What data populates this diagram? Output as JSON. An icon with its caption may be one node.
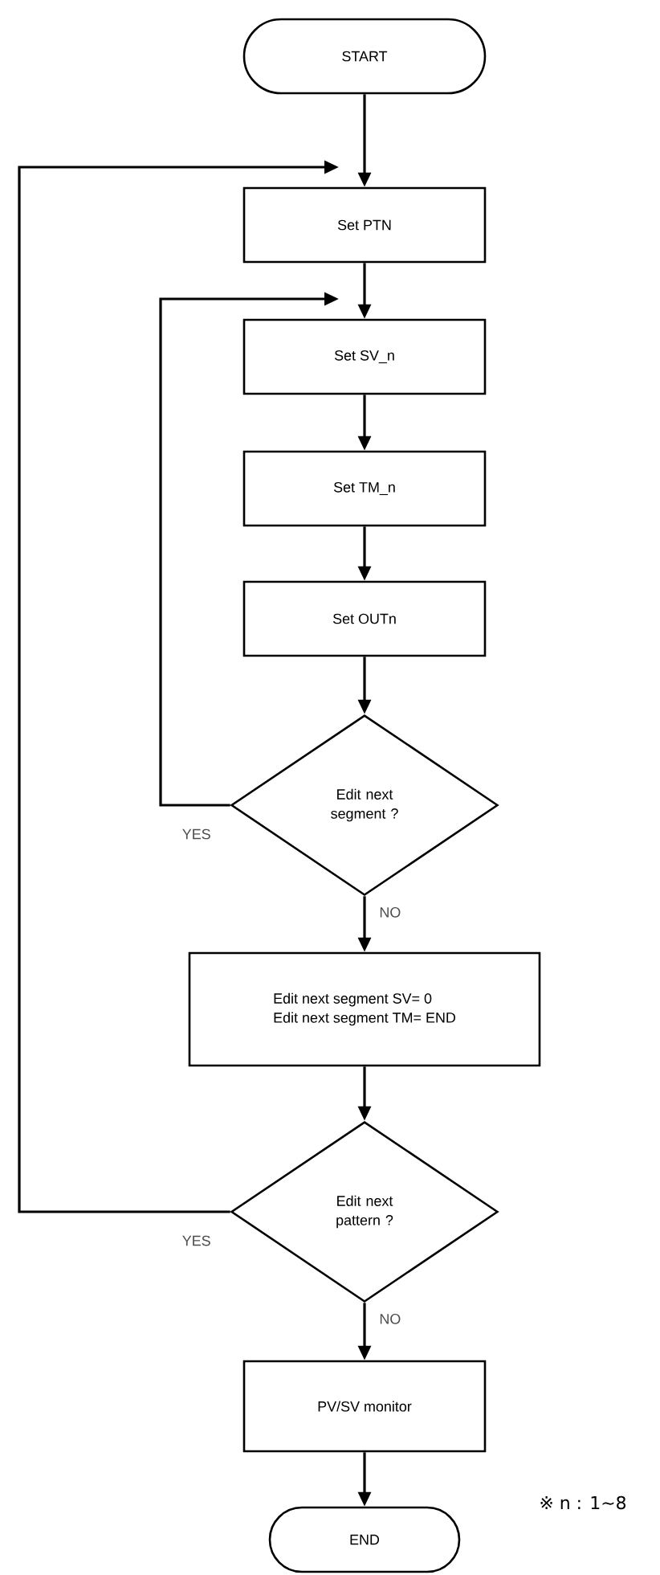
{
  "diagram": {
    "nodes": [
      {
        "text": [
          "START"
        ]
      },
      {
        "text": [
          "Set PTN"
        ]
      },
      {
        "text": [
          "Set SV_n"
        ]
      },
      {
        "text": [
          "Set TM_n"
        ]
      },
      {
        "text": [
          "Set OUTn"
        ]
      },
      {
        "text": [
          "Edit next segment ?"
        ]
      },
      {
        "text": [
          "Edit next segment SV= 0",
          "Edit next segment TM= END"
        ]
      },
      {
        "text": [
          "Edit next pattern ?"
        ]
      },
      {
        "text": [
          "PV/SV monitor"
        ]
      },
      {
        "text": [
          "END"
        ]
      }
    ],
    "edges": [
      {
        "from": 0,
        "to": 1,
        "arrow": "to"
      },
      {
        "from": 1,
        "to": 2,
        "arrow": "to"
      },
      {
        "from": 2,
        "to": 3,
        "arrow": "to"
      },
      {
        "from": 3,
        "to": 4,
        "arrow": "to"
      },
      {
        "from": 4,
        "to": 5,
        "arrow": "to"
      },
      {
        "from": 5,
        "to": 6,
        "arrow": "to",
        "label": "NO"
      },
      {
        "from": 5,
        "to": 2,
        "arrow": "to",
        "label": "YES"
      },
      {
        "from": 6,
        "to": 7,
        "arrow": "to"
      },
      {
        "from": 7,
        "to": 8,
        "arrow": "to",
        "label": "NO"
      },
      {
        "from": 7,
        "to": 1,
        "arrow": "to",
        "label": "YES"
      },
      {
        "from": 8,
        "to": 9,
        "arrow": "to"
      }
    ],
    "labels": [
      "※ n : 1~8"
    ]
  }
}
